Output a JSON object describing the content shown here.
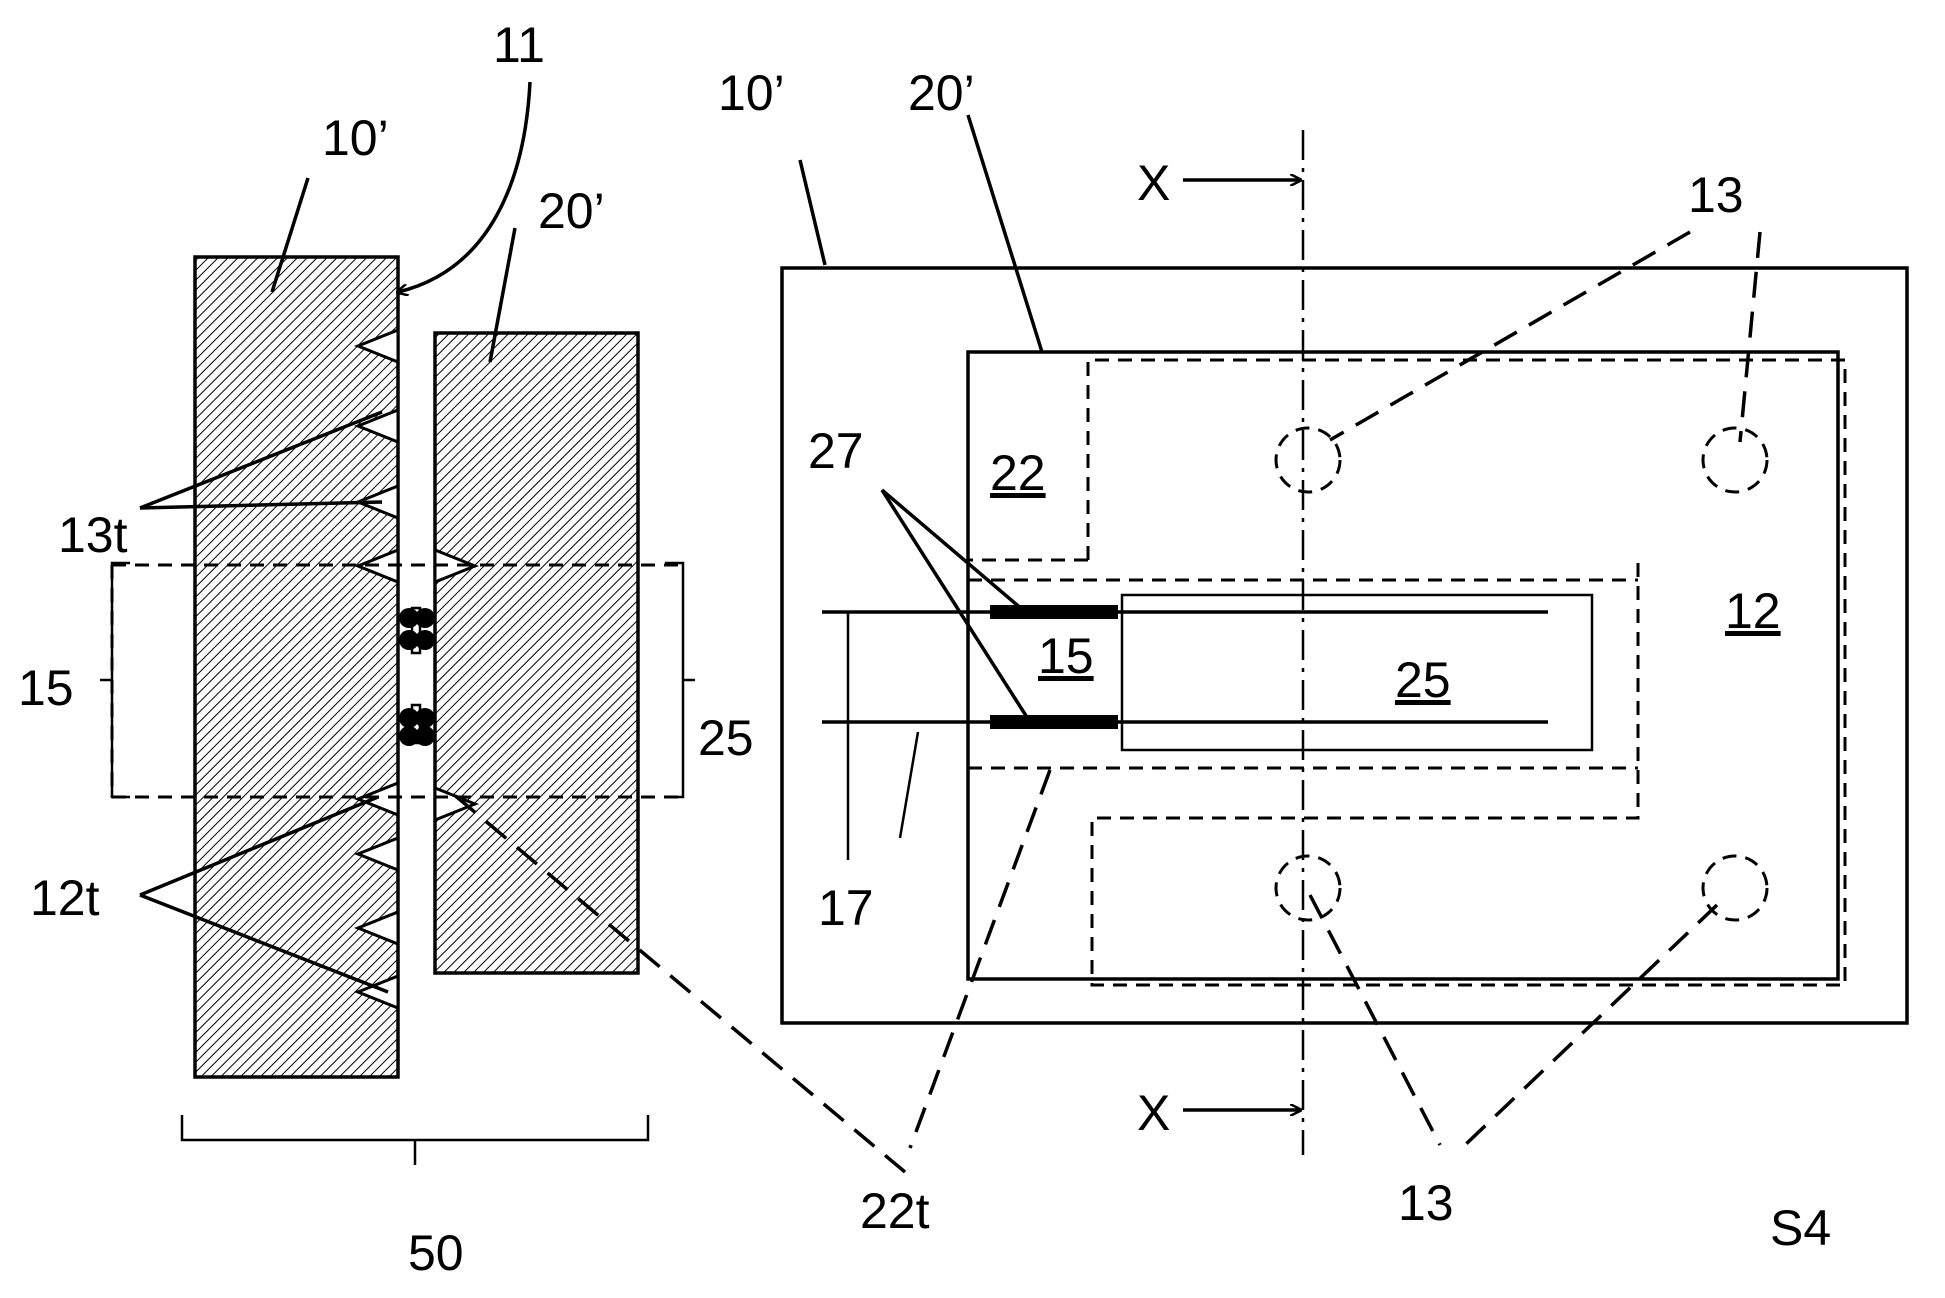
{
  "labels": {
    "ref_11": "11",
    "ref_10_left": "10’",
    "ref_20_left": "20’",
    "ref_13t": "13t",
    "ref_15_left": "15",
    "ref_25_left": "25",
    "ref_12t": "12t",
    "ref_50": "50",
    "ref_22t": "22t",
    "ref_10_right": "10’",
    "ref_20_right": "20’",
    "ref_x_top": "X",
    "ref_x_bottom": "X",
    "ref_13_top": "13",
    "ref_27": "27",
    "ref_22": "22",
    "ref_12": "12",
    "ref_15_right": "15",
    "ref_25_right": "25",
    "ref_17": "17",
    "ref_13_bottom": "13",
    "ref_s4": "S4"
  }
}
